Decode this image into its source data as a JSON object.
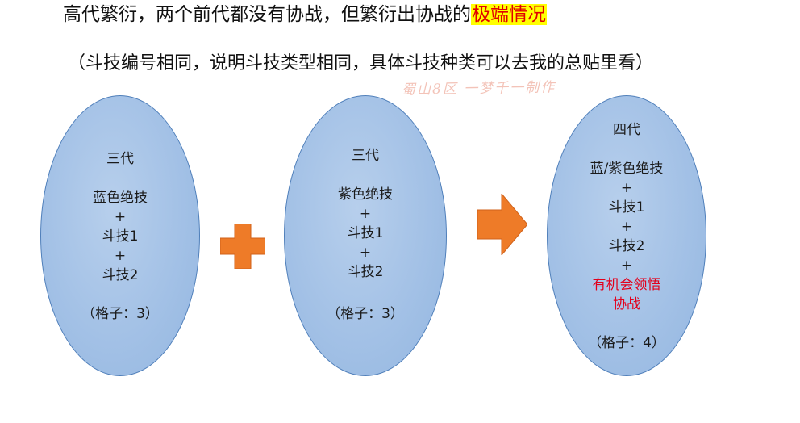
{
  "header": {
    "title_prefix": "高代繁衍，两个前代都没有协战，但繁衍出协战的",
    "title_highlight": "极端情况",
    "subtitle": "（斗技编号相同，说明斗技类型相同，具体斗技种类可以去我的总贴里看）"
  },
  "watermark": "蜀山8区 一梦千一制作",
  "diagram": {
    "parent1": {
      "generation": "三代",
      "skill_main": "蓝色绝技",
      "plus1": "+",
      "skill_a": "斗技1",
      "plus2": "+",
      "skill_b": "斗技2",
      "slots": "（格子：3）"
    },
    "operator_plus": "plus-icon",
    "parent2": {
      "generation": "三代",
      "skill_main": "紫色绝技",
      "plus1": "+",
      "skill_a": "斗技1",
      "plus2": "+",
      "skill_b": "斗技2",
      "slots": "（格子：3）"
    },
    "operator_arrow": "arrow-right-icon",
    "child": {
      "generation": "四代",
      "skill_main": "蓝/紫色绝技",
      "plus1": "+",
      "skill_a": "斗技1",
      "plus2": "+",
      "skill_b": "斗技2",
      "plus3": "+",
      "special_line1": "有机会领悟",
      "special_line2": "协战",
      "slots": "（格子：4）"
    }
  },
  "colors": {
    "highlight_bg": "#ffff00",
    "highlight_text": "#e00000",
    "ellipse_fill": "#a3c1e6",
    "ellipse_border": "#4f7fba",
    "operator_orange": "#ee7b28",
    "special_text": "#e3001b"
  }
}
